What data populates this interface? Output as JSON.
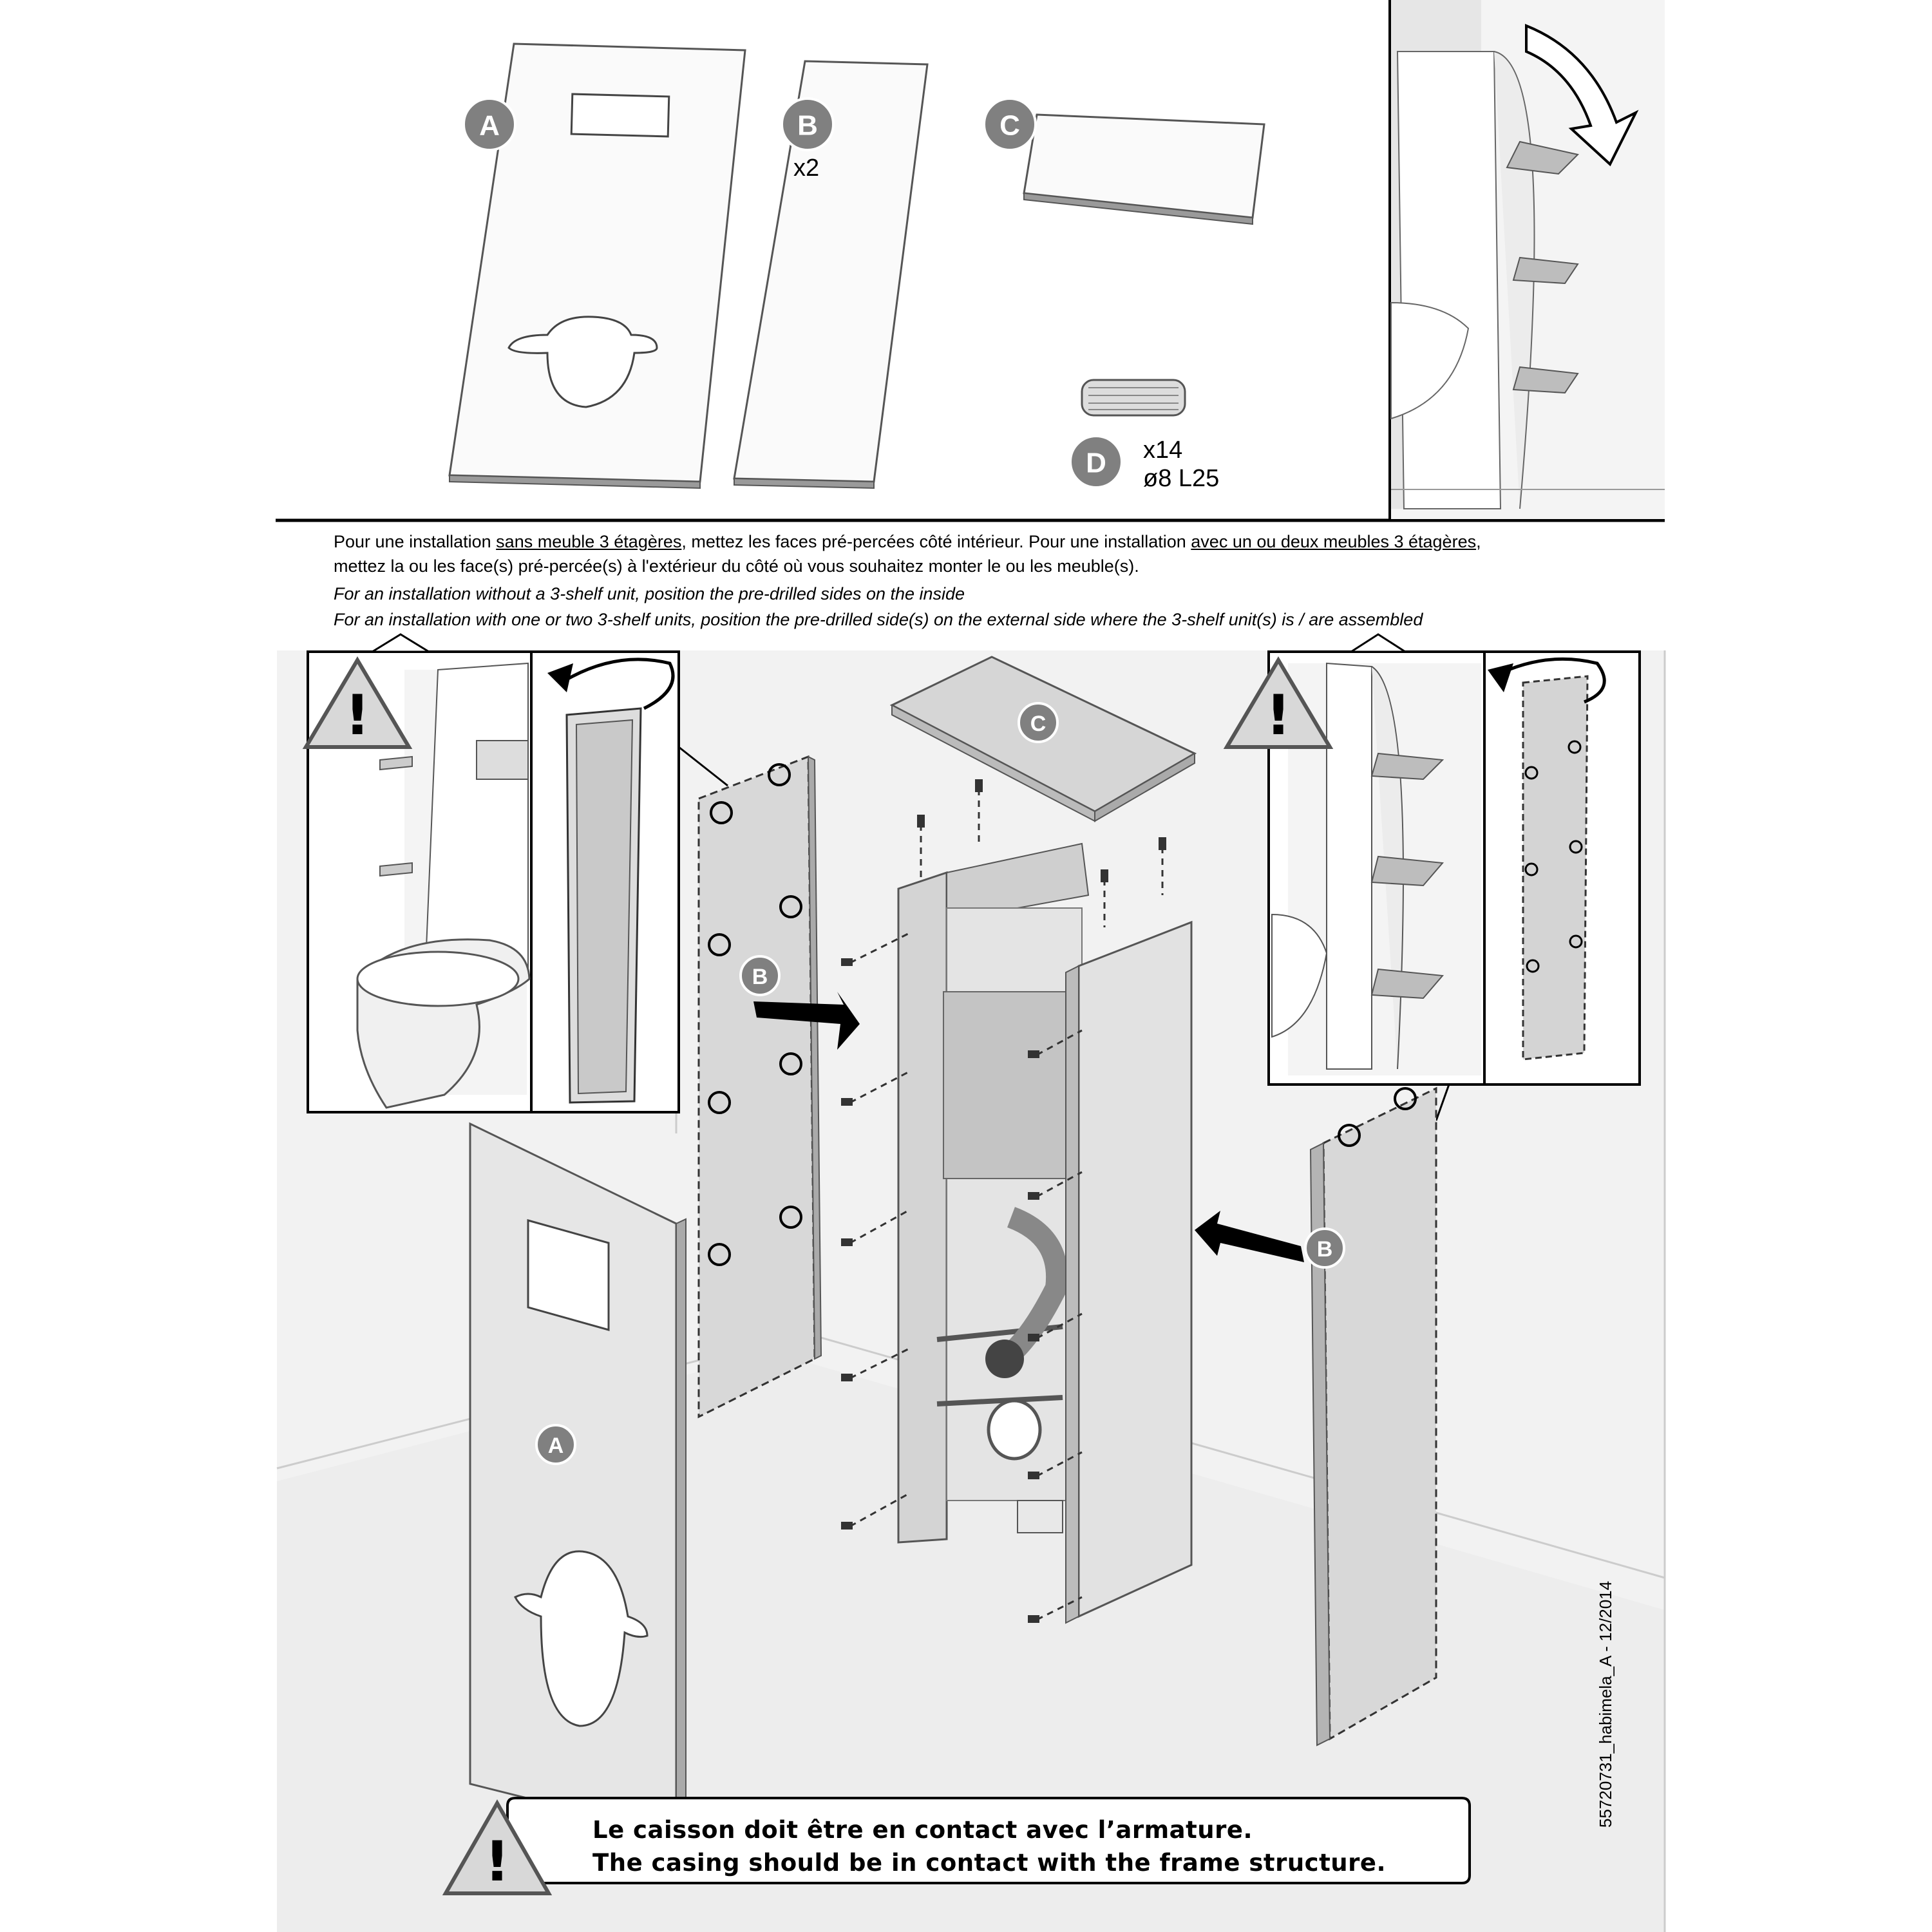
{
  "parts": {
    "A": {
      "letter": "A"
    },
    "B": {
      "letter": "B",
      "qty": "x2"
    },
    "C": {
      "letter": "C"
    },
    "D": {
      "letter": "D",
      "qty": "x14",
      "size": "ø8 L25"
    }
  },
  "instructions": {
    "fr_line1_a": "Pour une installation ",
    "fr_line1_u1": "sans meuble 3 étagères",
    "fr_line1_b": ", mettez les faces pré-percées côté intérieur. Pour une installation ",
    "fr_line1_u2": "avec un ou deux meubles 3 étagères",
    "fr_line1_c": ",",
    "fr_line2": "mettez la ou les face(s) pré-percée(s) à l'extérieur du côté où vous souhaitez monter le ou les meuble(s).",
    "en_line1": "For an installation without a 3-shelf unit, position the pre-drilled sides on the inside",
    "en_line2": "For an installation with one or two 3-shelf units, position the pre-drilled side(s) on the external side where the 3-shelf unit(s) is / are assembled"
  },
  "assembly_labels": {
    "top": "C",
    "left_side": "B",
    "right_side": "B",
    "front": "A"
  },
  "warning": {
    "line_fr": "Le caisson doit être en contact avec l’armature.",
    "line_en": "The casing should be in contact with the frame structure."
  },
  "doc_ref": "55720731_habimela_A - 12/2014",
  "icons": [
    "warning-icon",
    "rotate-arrow-icon"
  ],
  "colors": {
    "panel": "#ebebeb",
    "badge": "#808080",
    "background_scene": "#f2f2f2"
  }
}
